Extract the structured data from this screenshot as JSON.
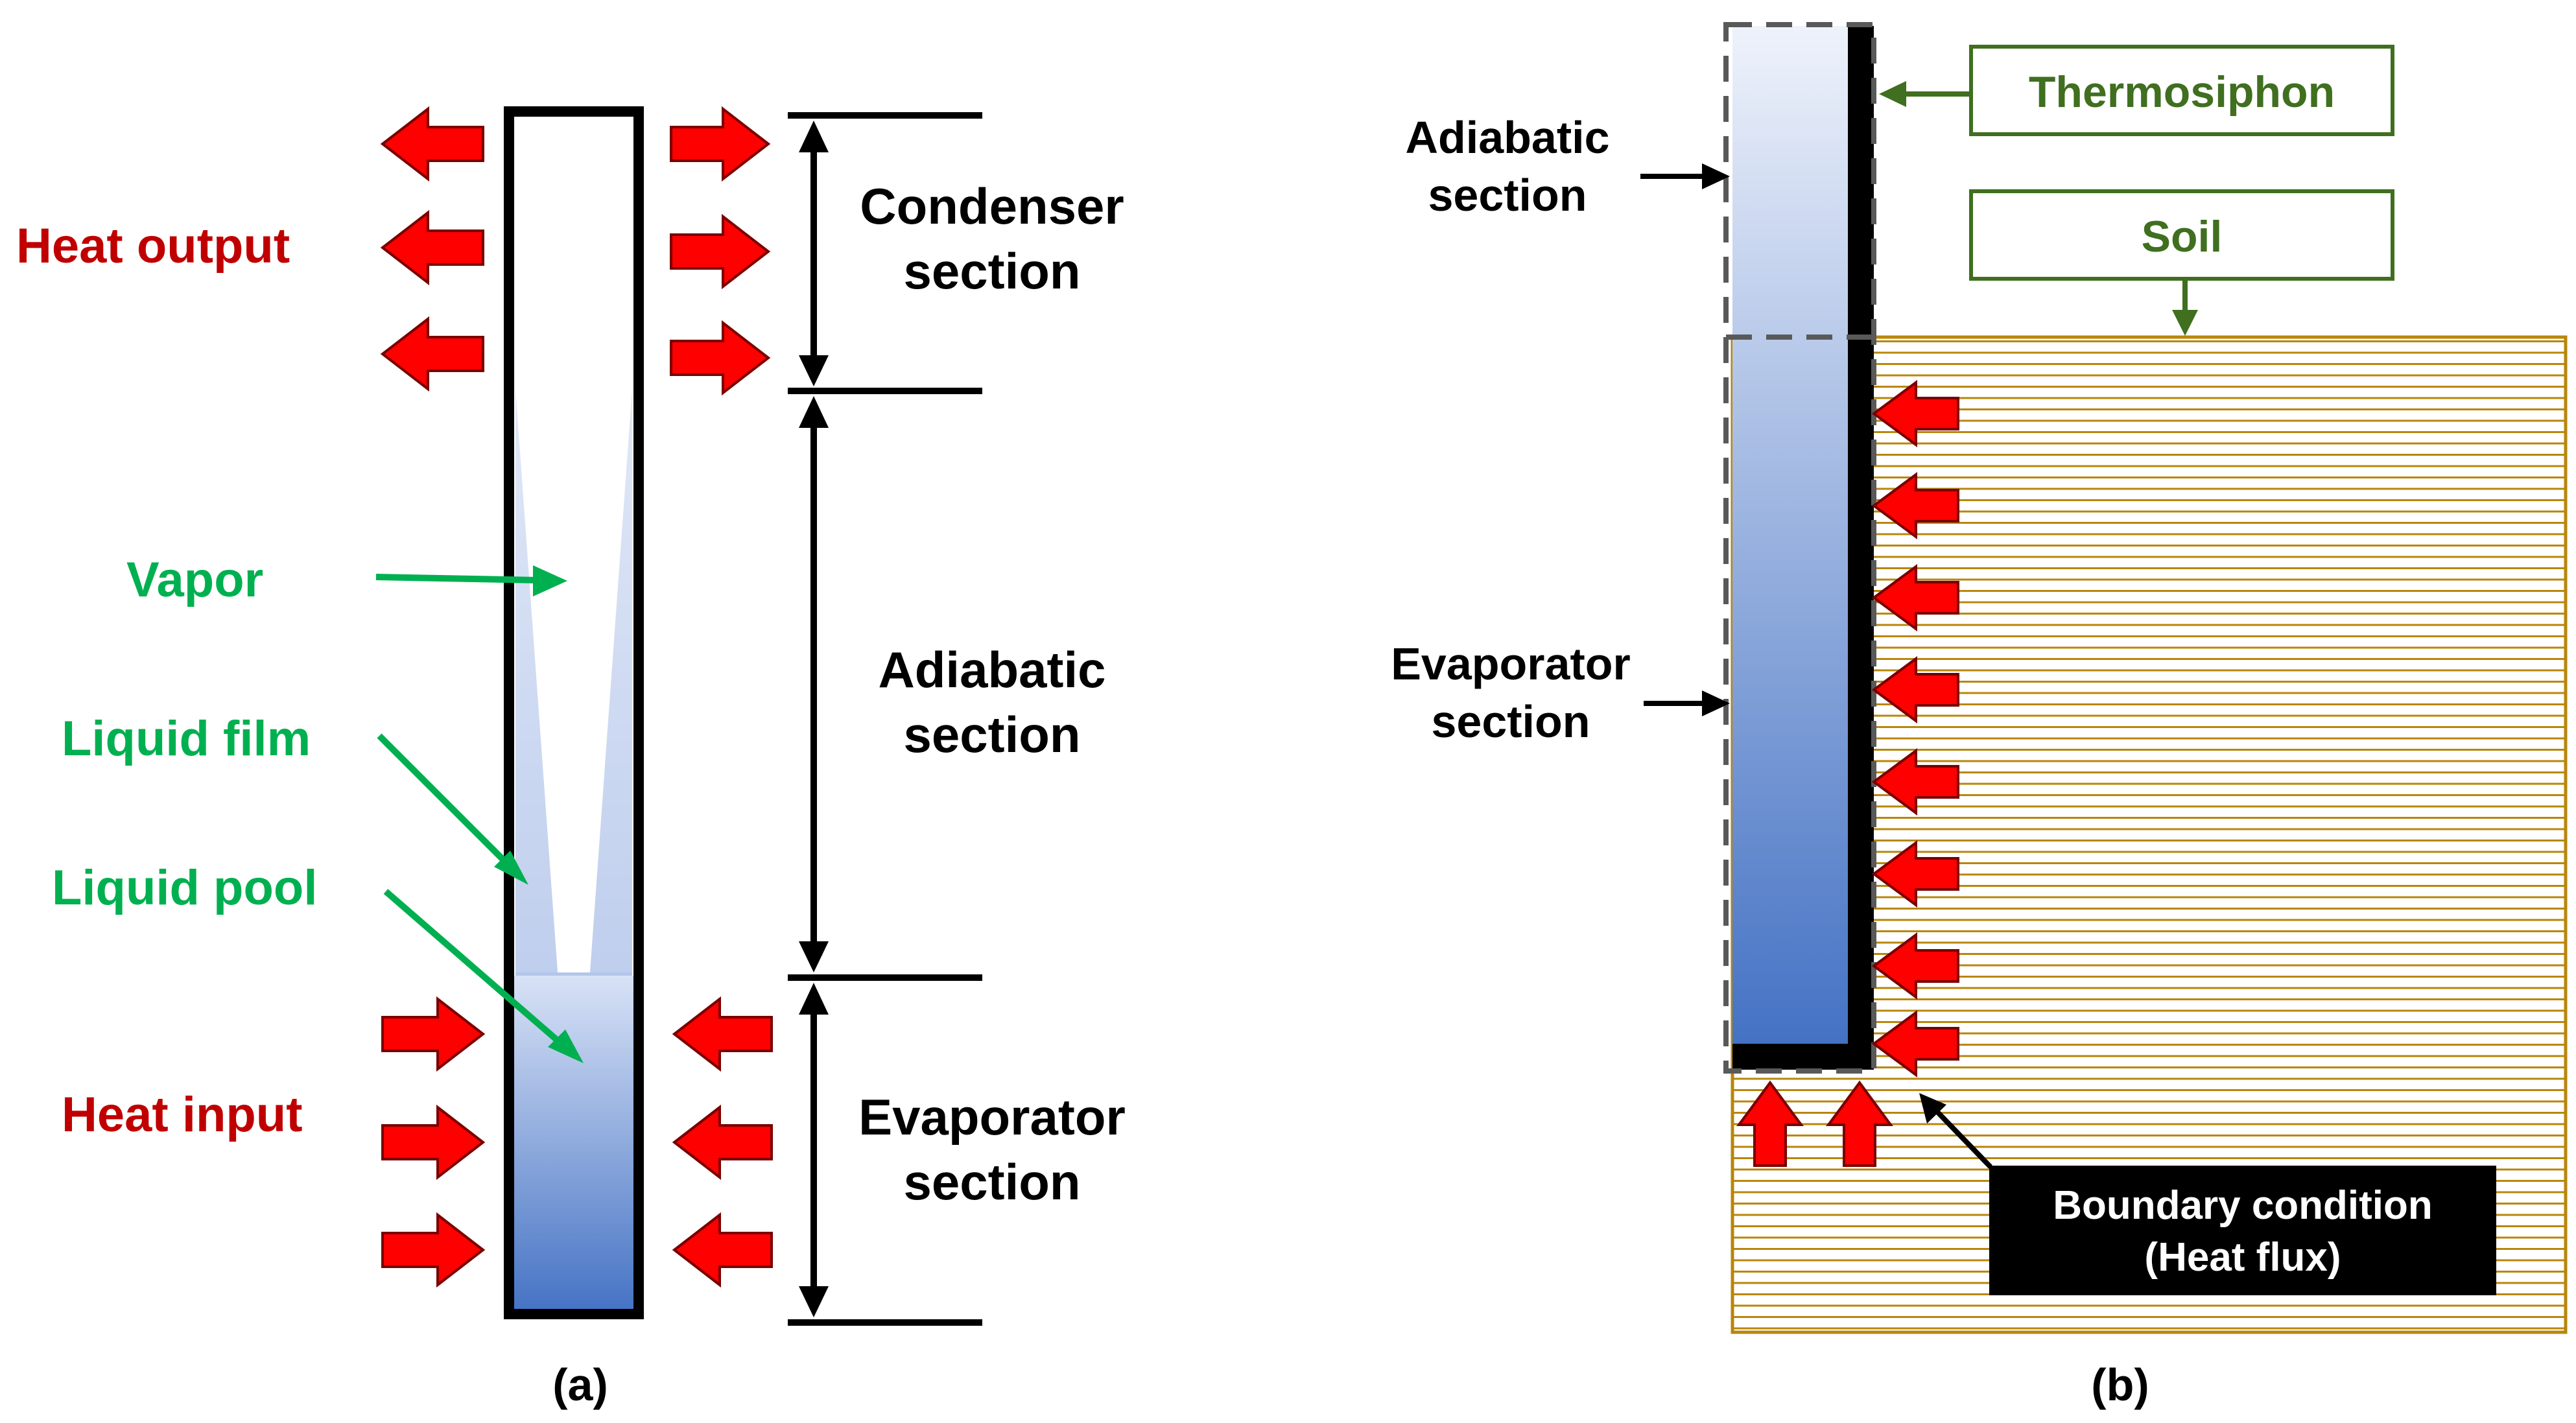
{
  "panel_a": {
    "caption": "(a)",
    "heat_output_label": "Heat output",
    "heat_input_label": "Heat input",
    "vapor_label": "Vapor",
    "liquid_film_label": "Liquid film",
    "liquid_pool_label": "Liquid pool",
    "condenser_line1": "Condenser",
    "condenser_line2": "section",
    "adiabatic_line1": "Adiabatic",
    "adiabatic_line2": "section",
    "evaporator_line1": "Evaporator",
    "evaporator_line2": "section"
  },
  "panel_b": {
    "caption": "(b)",
    "adiabatic_line1": "Adiabatic",
    "adiabatic_line2": "section",
    "evaporator_line1": "Evaporator",
    "evaporator_line2": "section",
    "thermosiphon_label": "Thermosiphon",
    "soil_label": "Soil",
    "boundary_line1": "Boundary condition",
    "boundary_line2": "(Heat flux)"
  },
  "colors": {
    "heat_arrow": "#ff0000",
    "heat_text": "#c00000",
    "phase_text": "#00b050",
    "callout_green": "#3f6f1f",
    "fluid_top": "#e9eef9",
    "fluid_bottom": "#4472c4",
    "soil_stripe": "#b8860b"
  }
}
